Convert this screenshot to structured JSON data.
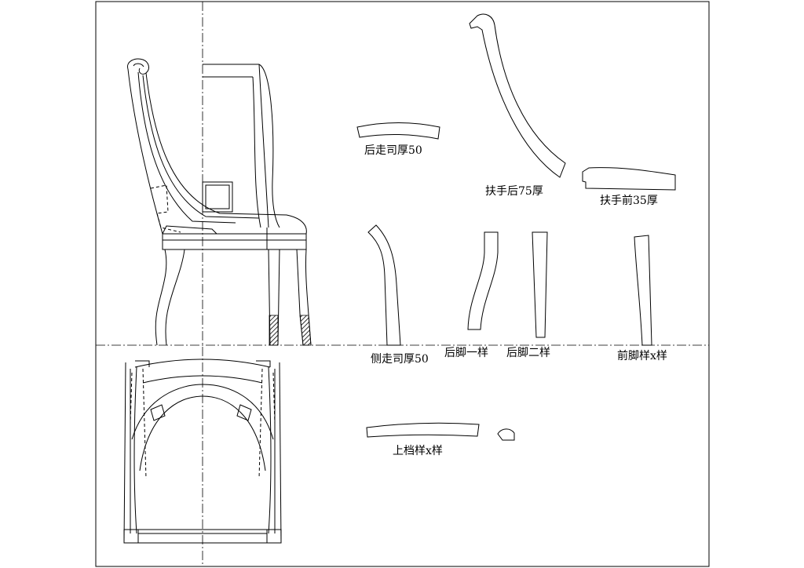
{
  "labels": {
    "rear_rail": "后走司厚50",
    "armrest_rear": "扶手后75厚",
    "armrest_front": "扶手前35厚",
    "side_rail": "侧走司厚50",
    "rear_leg_1": "后脚一样",
    "rear_leg_2": "后脚二样",
    "front_leg": "前脚样x样",
    "top_rail": "上档样x样"
  },
  "colors": {
    "line": "#000000",
    "background": "#ffffff"
  }
}
